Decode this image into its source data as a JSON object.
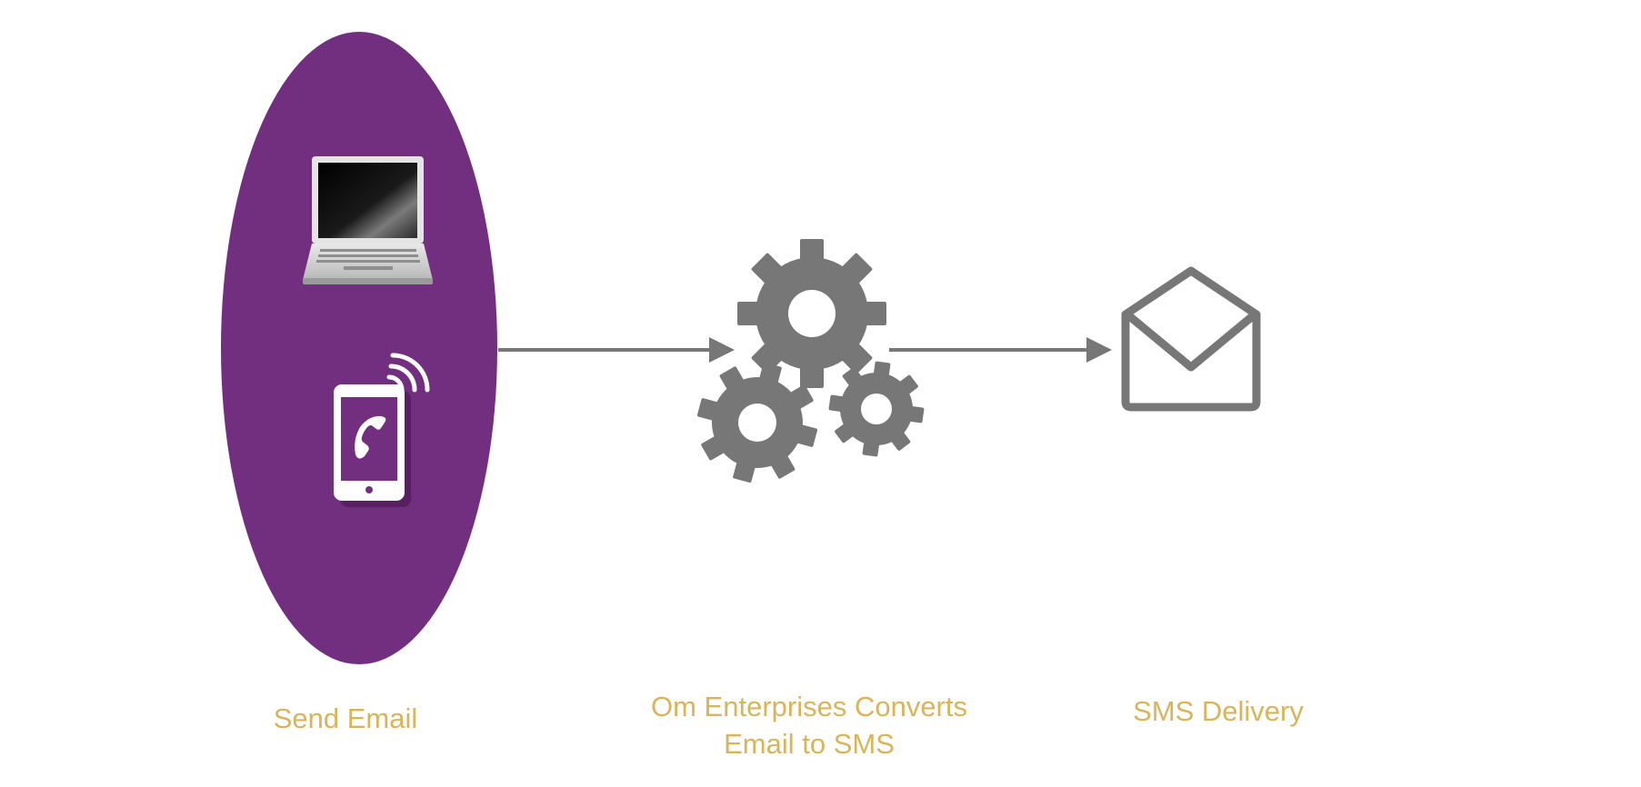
{
  "colors": {
    "sender_group_fill": "#722f80",
    "icon_gray": "#777777",
    "label_gold": "#d9b45a",
    "connector": "#777777"
  },
  "nodes": [
    {
      "id": "send",
      "label": "Send Email",
      "icons": [
        "laptop-icon",
        "smartphone-icon"
      ]
    },
    {
      "id": "convert",
      "label_lines": [
        "Om Enterprises Converts",
        "Email to SMS"
      ],
      "icons": [
        "gears-icon"
      ]
    },
    {
      "id": "sms",
      "label": "SMS Delivery",
      "icons": [
        "open-envelope-icon"
      ]
    }
  ],
  "edges": [
    {
      "from": "send",
      "to": "convert"
    },
    {
      "from": "convert",
      "to": "sms"
    }
  ]
}
